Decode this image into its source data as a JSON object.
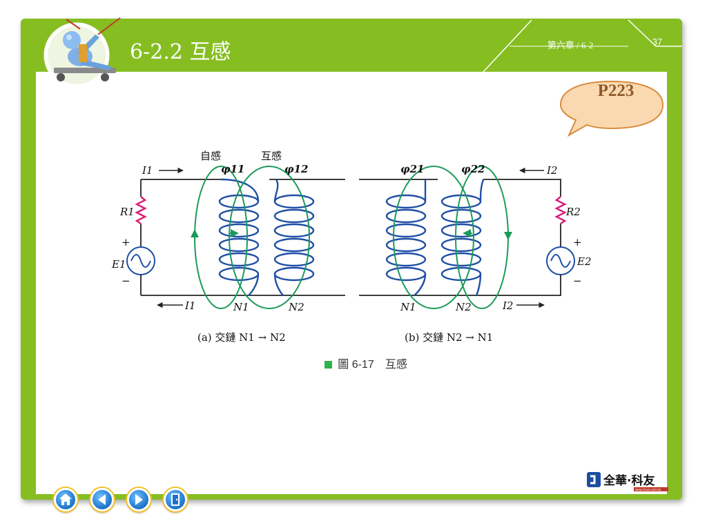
{
  "header": {
    "title": "6-2.2 互感",
    "chapter": "第六章 / 6-2",
    "page": "37"
  },
  "bubble": {
    "label": "P223"
  },
  "figure": {
    "left": {
      "I1_top": "I1",
      "I1_bottom": "I1",
      "R1": "R1",
      "E1": "E1",
      "plus": "+",
      "minus": "−",
      "label_self": "自感",
      "label_mutual": "互感",
      "phi11": "φ11",
      "phi12": "φ12",
      "N1": "N1",
      "N2": "N2",
      "subcaption": "(a) 交鏈 N1 → N2"
    },
    "right": {
      "I2_top": "I2",
      "I2_bottom": "I2",
      "R2": "R2",
      "E2": "E2",
      "plus": "+",
      "minus": "−",
      "phi21": "φ21",
      "phi22": "φ22",
      "N1": "N1",
      "N2": "N2",
      "subcaption": "(b) 交鏈 N2 → N1"
    },
    "caption": "圖 6-17　互感"
  },
  "logo": {
    "name": "全華·科友",
    "url": "www.chwa.com.tw"
  },
  "nav": [
    {
      "icon": "home-icon"
    },
    {
      "icon": "arrow-left-icon"
    },
    {
      "icon": "arrow-right-icon"
    },
    {
      "icon": "exit-door-icon"
    }
  ],
  "colors": {
    "frame": "#86be22",
    "coil": "#1e4fa5",
    "flux": "#1a9a5a",
    "resistor": "#d9207a",
    "bubble_fill": "#fad9b0",
    "bubble_stroke": "#d88a3c"
  }
}
